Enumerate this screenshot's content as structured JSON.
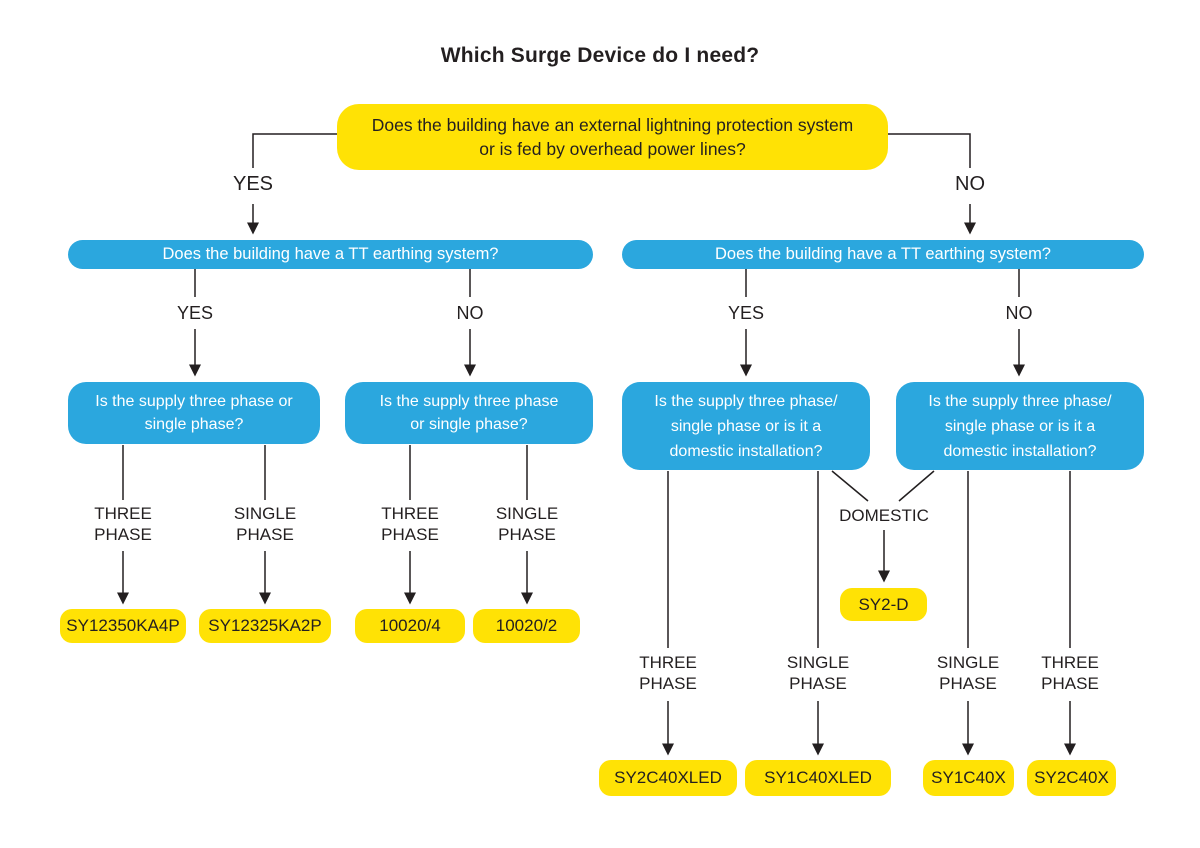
{
  "title": "Which Surge Device do I need?",
  "colors": {
    "yellow": "#FFE205",
    "blue": "#2BA7DE",
    "ink": "#231F20",
    "ink-light": "#FFFFFF"
  },
  "root": {
    "question": "Does the building have an external lightning protection system or is fed by overhead power lines?",
    "yes_label": "YES",
    "no_label": "NO"
  },
  "left": {
    "question": "Does the building have a TT earthing system?",
    "yes_label": "YES",
    "no_label": "NO",
    "yes_branch": {
      "question": "Is the supply three phase or single phase?",
      "outcomes": [
        {
          "label": "THREE PHASE",
          "product": "SY12350KA4P"
        },
        {
          "label": "SINGLE PHASE",
          "product": "SY12325KA2P"
        }
      ]
    },
    "no_branch": {
      "question": "Is the supply three phase or single phase?",
      "outcomes": [
        {
          "label": "THREE PHASE",
          "product": "10020/4"
        },
        {
          "label": "SINGLE PHASE",
          "product": "10020/2"
        }
      ]
    }
  },
  "right": {
    "question": "Does the building have a TT earthing system?",
    "yes_label": "YES",
    "no_label": "NO",
    "yes_branch": {
      "question": "Is the supply three phase/ single phase or is it a domestic installation?",
      "outcomes": [
        {
          "label": "THREE PHASE",
          "product": "SY2C40XLED"
        },
        {
          "label": "SINGLE PHASE",
          "product": "SY1C40XLED"
        }
      ]
    },
    "no_branch": {
      "question": "Is the supply three phase/ single phase or is it a domestic installation?",
      "outcomes": [
        {
          "label": "SINGLE PHASE",
          "product": "SY1C40X"
        },
        {
          "label": "THREE PHASE",
          "product": "SY2C40X"
        }
      ]
    },
    "domestic": {
      "label": "DOMESTIC",
      "product": "SY2-D"
    }
  }
}
